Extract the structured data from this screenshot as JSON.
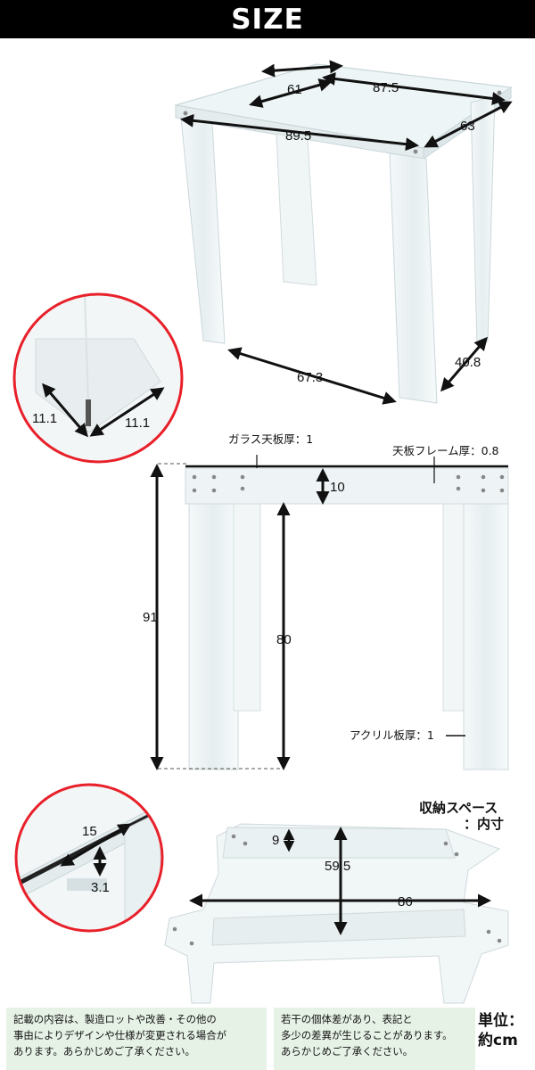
{
  "header": {
    "title": "SIZE"
  },
  "top_view": {
    "depth_inner": "61",
    "width_inner": "87.5",
    "depth_outer": "63",
    "width_outer": "89.5",
    "leg_width": "67.3",
    "leg_depth": "40.8"
  },
  "leg_detail": {
    "side_a": "11.1",
    "side_b": "11.1"
  },
  "front_view": {
    "glass_thickness": "ガラス天板厚：1",
    "frame_thickness": "天板フレーム厚：0.8",
    "frame_height": "10",
    "total_height": "91",
    "inner_height": "80",
    "acrylic_thickness": "アクリル板厚：1"
  },
  "edge_detail": {
    "width": "15",
    "thickness": "3.1"
  },
  "storage": {
    "title": "収納スペース\n：内寸",
    "height": "9",
    "depth": "59.5",
    "width": "86"
  },
  "notes": {
    "note1": "記載の内容は、製造ロットや改善・その他の\n事由によりデザインや仕様が変更される場合が\nあります。あらかじめご了承ください。",
    "note2": "若干の個体差があり、表記と\n多少の差異が生じることがあります。\nあらかじめご了承ください。",
    "unit": "単位：\n約cm"
  },
  "colors": {
    "header_bg": "#000000",
    "detail_circle": "#e8202a",
    "note_bg": "#e7f2e7"
  }
}
